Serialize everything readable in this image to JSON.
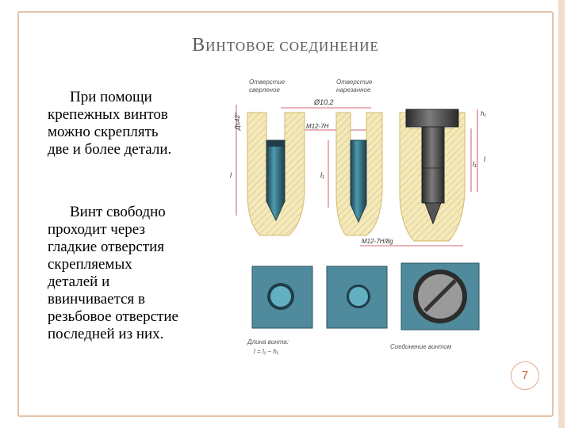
{
  "slide": {
    "title_first": "В",
    "title_rest": "ИНТОВОЕ СОЕДИНЕНИЕ",
    "paragraph1": [
      "При помощи",
      "крепежных винтов",
      "можно скреплять",
      "две и более детали."
    ],
    "paragraph2": [
      "Винт свободно",
      "проходит через",
      "гладкие отверстия",
      "скрепляемых",
      "деталей и",
      "ввинчивается в",
      "резьбовое отверстие",
      "последней из них."
    ],
    "page_number": "7"
  },
  "figure": {
    "labels": {
      "drilled_hole": [
        "Отверстие",
        "сверленое"
      ],
      "threaded_hole": [
        "Отверстие",
        "нарезанное"
      ],
      "diameter": "Ø10,2",
      "thread_hole": "М12-7Н",
      "thread_fit": "М12-7Н/8g",
      "angle": "Д≤42°",
      "dim_l": "l",
      "dim_l1": "l₁",
      "dim_h1": "h₁",
      "screw_length": "l",
      "formula_title": "Длина винта:",
      "formula": "l = l₁ − h₁",
      "caption": "Соединение винтом"
    },
    "colors": {
      "part": "#f6eab0",
      "part_edge": "#d6b86a",
      "hatch": "#c9c0cf",
      "steel": "#3f7c8e",
      "steel_dark": "#1f3e4a",
      "dim": "#c0304a",
      "plate": "#4f8b9c"
    }
  }
}
